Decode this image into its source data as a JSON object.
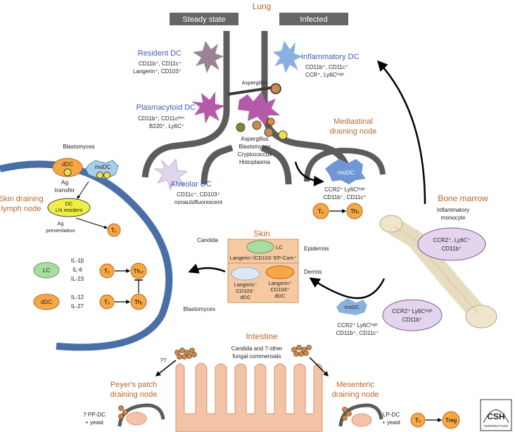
{
  "lung": {
    "title": "Lung",
    "steady_state": "Steady state",
    "infected": "Infected",
    "resident_dc": {
      "name": "Resident DC",
      "line1": "CD11b⁺, CD11c⁺",
      "line2": "Langerin⁺, CD103⁺"
    },
    "plasmacytoid_dc": {
      "name": "Plasmacytoid DC",
      "line1": "CD11b⁺, CD11cᵈⁱᵐ",
      "line2": "B220⁺, Ly6C⁺"
    },
    "alveolar_dc": {
      "name": "Alveolar DC",
      "line1": "CD11c⁺, CD103⁺",
      "line2": "nonautofluorescent"
    },
    "inflammatory_dc": {
      "name": "Inflammatory DC",
      "line1": "CD11b⁺, CD11c⁺",
      "line2": "CCR⁺, Ly6Cʰⁱᵍʰ"
    },
    "aspergillus_label": "Aspergillus",
    "pathogens": [
      "Aspergillus",
      "Blastomyces",
      "Cryptococcus",
      "Histoplasma"
    ]
  },
  "mediastinal": {
    "title_line1": "Mediastinal",
    "title_line2": "draining node",
    "modc_label": "moDC",
    "line1": "CCR2⁺ Ly6Cʰⁱᵍʰ",
    "line2": "CD11b⁺, CD11c⁺",
    "t0": "T₀",
    "th": "Thₓ"
  },
  "bone_marrow": {
    "title": "Bone marrow",
    "subtitle_line1": "Inflammatory",
    "subtitle_line2": "monocyte",
    "mono_top_line1": "CCR2⁺, Ly6C⁺",
    "mono_top_line2": "CD11b⁺",
    "mono_bottom_line1": "CCR2⁺ Ly6Cʰⁱᵍʰ",
    "mono_bottom_line2": "CD11b⁺"
  },
  "skin": {
    "title": "Skin",
    "candida": "Candida",
    "epidermis": "Epidermis",
    "dermis": "Dermis",
    "lc": "LC",
    "lc_markers": "Langerin⁺/CD103⁻EP-Cam⁺",
    "dermal_dc1_line1": "Langerin⁻",
    "dermal_dc1_line2": "CD103⁻",
    "dermal_dc1_line3": "dDC",
    "dermal_dc2_line1": "Langerin⁺",
    "dermal_dc2_line2": "CD103⁺",
    "dermal_dc2_line3": "dDC",
    "blastomyces": "Blastomyces",
    "modc_label": "moDC",
    "modc_line1": "CCR2⁺ Ly6Cʰⁱᵍʰ",
    "modc_line2": "CD11b⁺, CD11c⁺"
  },
  "skin_node": {
    "title_line1": "Skin draining",
    "title_line2": "lymph node",
    "blastomyces": "Blastomyces",
    "ddc": "dDC",
    "modc": "moDC",
    "ag_transfer_line1": "Ag",
    "ag_transfer_line2": "transfer",
    "dc_resident_line1": "DC",
    "dc_resident_line2": "LN resident",
    "ag_presentation_line1": "Ag",
    "ag_presentation_line2": "presentation",
    "t0": "T₀",
    "lc": "LC",
    "cytokines_lc": [
      "IL-1β",
      "IL-6",
      "IL-23"
    ],
    "th17": "Th₁₇",
    "ddc2": "dDC",
    "cytokines_ddc": [
      "IL-12",
      "IL-27"
    ],
    "th1": "Th₁"
  },
  "intestine": {
    "title": "Intestine",
    "question": "??",
    "commensals_line1": "Candida and ? other",
    "commensals_line2": "fungal commensals",
    "peyers_line1": "Peyer's patch",
    "peyers_line2": "draining node",
    "ppdc_line1": "? PP-DC",
    "ppdc_line2": "+ yeast",
    "mesenteric_line1": "Mesenteric",
    "mesenteric_line2": "draining node",
    "lpdc_line1": "LP-DC",
    "lpdc_line2": "+ yeast",
    "t0": "T₀",
    "treg": "Treg"
  },
  "logo": {
    "line1": "CSH",
    "line2": "PERSPECTIVES"
  },
  "colors": {
    "airway": "#5c5c5c",
    "lymph_blue": "#4a6ea6",
    "orange": "#f5a844",
    "purple_dc": "#b45aa8",
    "blue_dc": "#8ab0e0",
    "lavender": "#e3d5ee",
    "skin_fill": "#f6c9a0",
    "villus": "#f3c3a8",
    "text_blue": "#3d5fb0",
    "text_brown": "#b8662b"
  }
}
